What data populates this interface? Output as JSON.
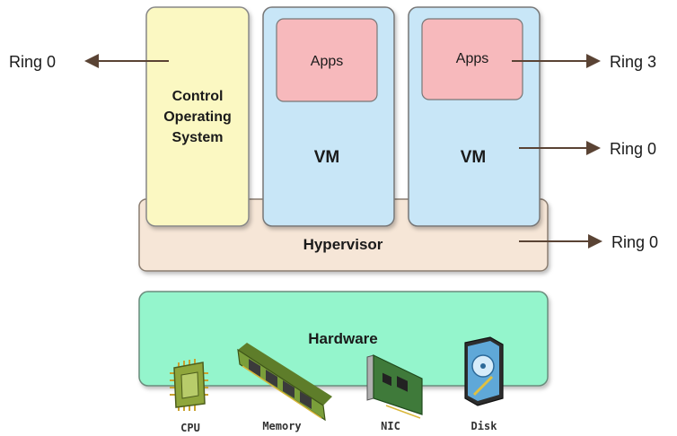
{
  "diagram": {
    "control_os": {
      "line1": "Control",
      "line2": "Operating",
      "line3": "System"
    },
    "vm1": {
      "label": "VM",
      "apps_label": "Apps"
    },
    "vm2": {
      "label": "VM",
      "apps_label": "Apps"
    },
    "hypervisor": {
      "label": "Hypervisor"
    },
    "hardware": {
      "label": "Hardware",
      "components": [
        "CPU",
        "Memory",
        "NIC",
        "Disk"
      ]
    },
    "rings": {
      "control_os": "Ring 0",
      "apps": "Ring 3",
      "vm": "Ring 0",
      "hypervisor": "Ring 0"
    }
  },
  "colors": {
    "control_os_fill": "#fbf8c2",
    "vm_fill": "#c8e6f7",
    "apps_fill": "#f7b9bc",
    "hypervisor_fill": "#f6e6d7",
    "hardware_fill": "#94f5cc",
    "chip_green": "#8fa63c",
    "memory_green": "#7a9e3a",
    "nic_green": "#3f7a3a",
    "disk_blue": "#5fa8d8",
    "arrow": "#5a4334"
  }
}
